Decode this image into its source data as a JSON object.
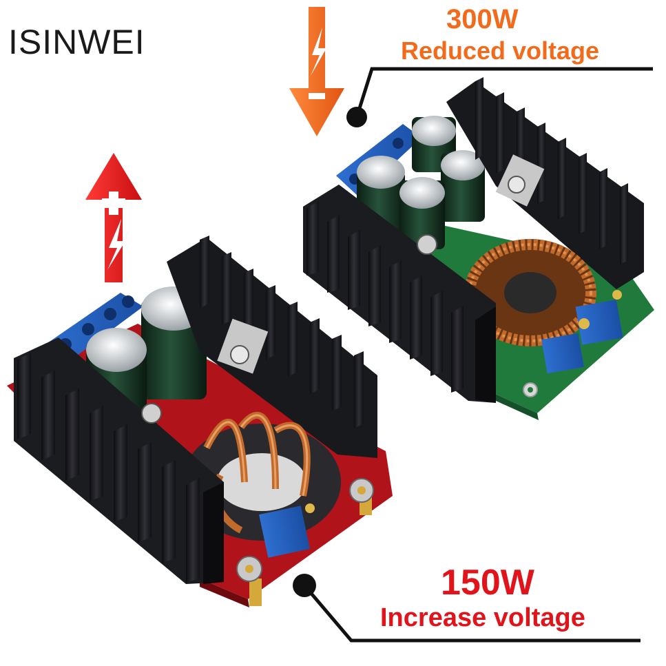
{
  "brand": "ISINWEI",
  "labels": {
    "top": {
      "power": "300W",
      "description": "Reduced voltage"
    },
    "bottom": {
      "power": "150W",
      "description": "Increase voltage"
    }
  },
  "colors": {
    "top_label": "#f26b1d",
    "bottom_label": "#e0141a",
    "step_down_arrow": "#f46a1c",
    "step_up_arrow": "#e3161b",
    "green_pcb": "#1f7a3c",
    "red_pcb": "#b0141a",
    "heatsink": "#1b1c20",
    "copper_coil": "#c16a2c"
  },
  "icons": {
    "top_arrow": "down-arrow-lightning-minus-icon",
    "bottom_arrow": "up-arrow-lightning-plus-icon"
  }
}
